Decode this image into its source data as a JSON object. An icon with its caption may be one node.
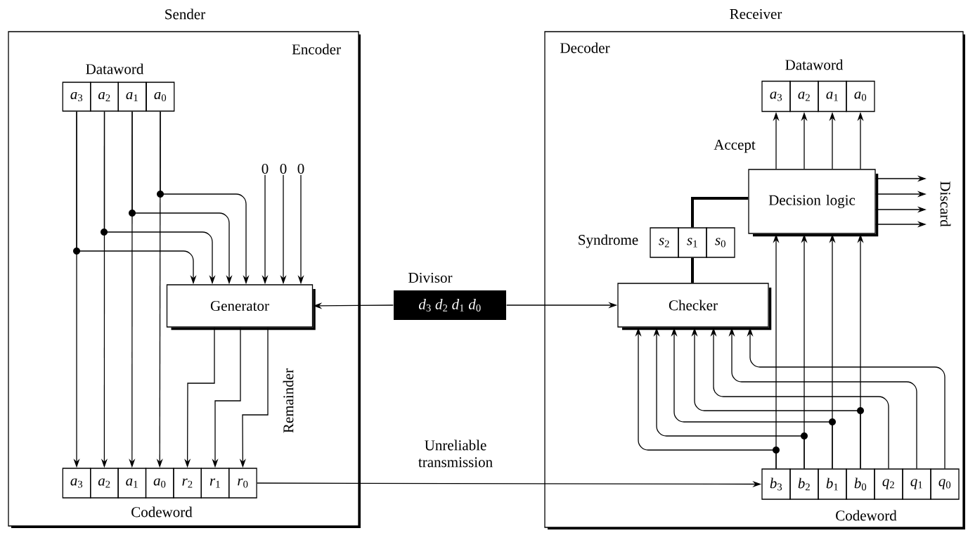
{
  "diagram": {
    "nodes": [
      {
        "text": [
          "Sender",
          "Encoder"
        ]
      },
      {
        "text": [
          "*a*$_{3}$"
        ],
        "in": 0
      },
      {
        "text": [
          "*a*$_{2}$"
        ],
        "in": 0
      },
      {
        "text": [
          "*a*$_{1}$"
        ],
        "in": 0
      },
      {
        "text": [
          "*a*$_{0}$"
        ],
        "in": 0
      },
      {
        "text": [
          "0"
        ],
        "in": 0
      },
      {
        "text": [
          "0"
        ],
        "in": 0
      },
      {
        "text": [
          "0"
        ],
        "in": 0
      },
      {
        "text": [
          "Generator"
        ],
        "in": 0
      },
      {
        "text": [
          "*a*$_{3}$"
        ],
        "in": 0
      },
      {
        "text": [
          "*a*$_{2}$"
        ],
        "in": 0
      },
      {
        "text": [
          "*a*$_{1}$"
        ],
        "in": 0
      },
      {
        "text": [
          "*a*$_{0}$"
        ],
        "in": 0
      },
      {
        "text": [
          "*r*$_{2}$"
        ],
        "in": 0
      },
      {
        "text": [
          "*r*$_{1}$"
        ],
        "in": 0
      },
      {
        "text": [
          "*r*$_{0}$"
        ],
        "in": 0
      },
      {
        "text": [
          "Divisor",
          "*d*$_{3}$ *d*$_{2}$ *d*$_{1}$ *d*$_{0}$"
        ]
      },
      {
        "text": [
          "Receiver",
          "Decoder"
        ]
      },
      {
        "text": [
          "*a*$_{3}$"
        ],
        "in": 17
      },
      {
        "text": [
          "*a*$_{2}$"
        ],
        "in": 17
      },
      {
        "text": [
          "*a*$_{1}$"
        ],
        "in": 17
      },
      {
        "text": [
          "*a*$_{0}$"
        ],
        "in": 17
      },
      {
        "text": [
          "Decision logic"
        ],
        "in": 17
      },
      {
        "text": [
          "*s*$_{2}$"
        ],
        "in": 17
      },
      {
        "text": [
          "*s*$_{1}$"
        ],
        "in": 17
      },
      {
        "text": [
          "*s*$_{0}$"
        ],
        "in": 17
      },
      {
        "text": [
          "Checker"
        ],
        "in": 17
      },
      {
        "text": [
          "*b*$_{3}$"
        ],
        "in": 17
      },
      {
        "text": [
          "*b*$_{2}$"
        ],
        "in": 17
      },
      {
        "text": [
          "*b*$_{1}$"
        ],
        "in": 17
      },
      {
        "text": [
          "*b*$_{0}$"
        ],
        "in": 17
      },
      {
        "text": [
          "*q*$_{2}$"
        ],
        "in": 17
      },
      {
        "text": [
          "*q*$_{1}$"
        ],
        "in": 17
      },
      {
        "text": [
          "*q*$_{0}$"
        ],
        "in": 17
      }
    ],
    "edges": [
      {
        "from": 1,
        "to": 9,
        "arrow": "to"
      },
      {
        "from": 2,
        "to": 10,
        "arrow": "to"
      },
      {
        "from": 3,
        "to": 11,
        "arrow": "to"
      },
      {
        "from": 4,
        "to": 12,
        "arrow": "to"
      },
      {
        "from": 1,
        "to": 8,
        "arrow": "to"
      },
      {
        "from": 2,
        "to": 8,
        "arrow": "to"
      },
      {
        "from": 3,
        "to": 8,
        "arrow": "to"
      },
      {
        "from": 4,
        "to": 8,
        "arrow": "to"
      },
      {
        "from": 5,
        "to": 8,
        "arrow": "to"
      },
      {
        "from": 6,
        "to": 8,
        "arrow": "to"
      },
      {
        "from": 7,
        "to": 8,
        "arrow": "to"
      },
      {
        "from": 8,
        "to": 13,
        "arrow": "to"
      },
      {
        "from": 8,
        "to": 14,
        "arrow": "to"
      },
      {
        "from": 8,
        "to": 15,
        "arrow": "to"
      },
      {
        "from": 16,
        "to": 8,
        "arrow": "to"
      },
      {
        "from": 16,
        "to": 26,
        "arrow": "to"
      },
      {
        "from": 15,
        "to": 27,
        "arrow": "to",
        "label": "Unreliable transmission"
      },
      {
        "from": 26,
        "to": 24,
        "arrow": "none",
        "style": "thick"
      },
      {
        "from": 24,
        "to": 22,
        "arrow": "none",
        "style": "thick"
      },
      {
        "from": 22,
        "to": 18,
        "arrow": "to"
      },
      {
        "from": 22,
        "to": 19,
        "arrow": "to"
      },
      {
        "from": 22,
        "to": 20,
        "arrow": "to"
      },
      {
        "from": 22,
        "to": 21,
        "arrow": "to"
      },
      {
        "from": 22,
        "to": null,
        "arrow": "to"
      },
      {
        "from": 22,
        "to": null,
        "arrow": "to"
      },
      {
        "from": 22,
        "to": null,
        "arrow": "to"
      },
      {
        "from": 22,
        "to": null,
        "arrow": "to"
      },
      {
        "from": 27,
        "to": 22,
        "arrow": "to"
      },
      {
        "from": 28,
        "to": 22,
        "arrow": "to"
      },
      {
        "from": 29,
        "to": 22,
        "arrow": "to"
      },
      {
        "from": 30,
        "to": 22,
        "arrow": "to"
      },
      {
        "from": 27,
        "to": 26,
        "arrow": "to"
      },
      {
        "from": 28,
        "to": 26,
        "arrow": "to"
      },
      {
        "from": 29,
        "to": 26,
        "arrow": "to"
      },
      {
        "from": 30,
        "to": 26,
        "arrow": "to"
      },
      {
        "from": 31,
        "to": 26,
        "arrow": "to"
      },
      {
        "from": 32,
        "to": 26,
        "arrow": "to"
      },
      {
        "from": 33,
        "to": 26,
        "arrow": "to"
      }
    ],
    "labels": [
      "Dataword",
      "Remainder",
      "Codeword",
      "Dataword",
      "Accept",
      "Discard",
      "Syndrome",
      "Codeword"
    ]
  }
}
